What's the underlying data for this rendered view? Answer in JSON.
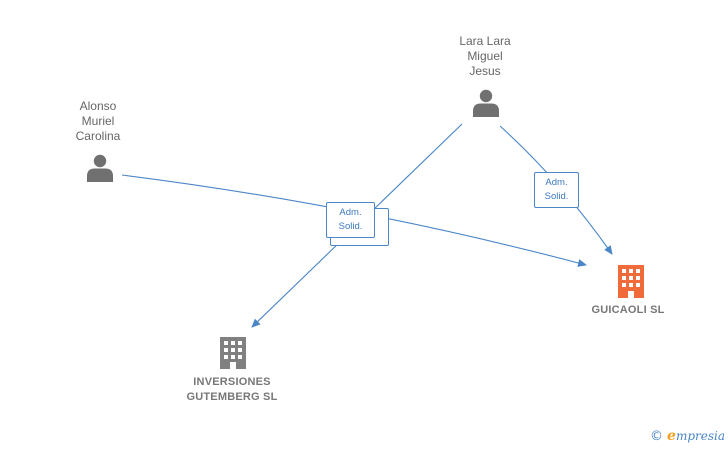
{
  "nodes": {
    "person_alonso": {
      "label": "Alonso\nMuriel\nCarolina",
      "icon": "person-icon",
      "color": "#707070"
    },
    "person_lara": {
      "label": "Lara Lara\nMiguel\nJesus",
      "icon": "person-icon",
      "color": "#707070"
    },
    "company_inversiones": {
      "label": "INVERSIONES\nGUTEMBERG SL",
      "icon": "building-icon",
      "color": "#808080"
    },
    "company_guicaoli": {
      "label": "GUICAOLI  SL",
      "icon": "building-icon",
      "color": "#f06a3a"
    }
  },
  "edges": [
    {
      "from": "person_alonso",
      "to": "company_guicaoli",
      "label": ""
    },
    {
      "from": "person_lara",
      "to": "company_inversiones",
      "label": "Adm.\nSolid."
    },
    {
      "from": "person_lara",
      "to": "company_guicaoli",
      "label": "Adm.\nSolid."
    }
  ],
  "colors": {
    "edge": "#4a86c8",
    "label_text": "#3b78c0"
  },
  "footer": {
    "copyright": "©",
    "brand_initial": "e",
    "brand_rest": "mpresia"
  }
}
